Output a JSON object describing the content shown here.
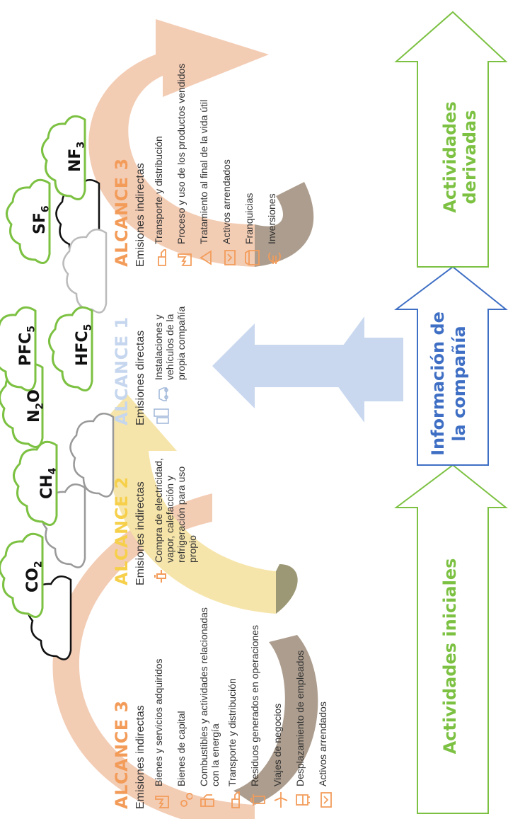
{
  "colors": {
    "scope3": "#f39c5a",
    "scope2": "#f6d04a",
    "scope1": "#c5d6ee",
    "green": "#7cc142",
    "blue": "#3f6fc4",
    "arrow_peach": "#f2c6ac",
    "arrow_tan": "#9d8c7a",
    "arrow_yellow": "#f5e4a6",
    "arrow_olive": "#9c9774",
    "arrow_blue": "#c9d8ef",
    "icon_orange": "#f39c5a"
  },
  "gases": [
    "CO2",
    "CH4",
    "N2O",
    "PFC5",
    "HFC5",
    "SF6",
    "NF3"
  ],
  "scope3_up": {
    "title": "ALCANCE 3",
    "subtitle": "Emisiones indirectas",
    "items": [
      {
        "label": "Bienes y servicios adquiridos",
        "icon": "factory-icon"
      },
      {
        "label": "Bienes de capital",
        "icon": "gears-icon"
      },
      {
        "label": "Combustibles y actividades relacionadas con la energía",
        "icon": "fuel-icon"
      },
      {
        "label": "Transporte y distribución",
        "icon": "truck-icon"
      },
      {
        "label": "Residuos generados en operaciones",
        "icon": "waste-icon"
      },
      {
        "label": "Viajes de negocios",
        "icon": "plane-icon"
      },
      {
        "label": "Desplazamiento de empleados",
        "icon": "commute-icon"
      },
      {
        "label": "Activos arrendados",
        "icon": "leased-asset-icon"
      }
    ]
  },
  "scope2": {
    "title": "ALCANCE 2",
    "subtitle": "Emisiones indirectas",
    "item": "Compra de electricidad, vapor, calefacción y refrigeración para uso propio",
    "icon": "plug-icon"
  },
  "scope1": {
    "title": "ALCANCE 1",
    "subtitle": "Emisiones directas",
    "item": "Instalaciones y vehículos de la propia compañía",
    "icons": [
      "buildings-icon",
      "car-icon"
    ]
  },
  "scope3_down": {
    "title": "ALCANCE 3",
    "subtitle": "Emisiones indirectas",
    "items": [
      {
        "label": "Transporte y distribución",
        "icon": "truck-icon"
      },
      {
        "label": "Proceso y uso de los productos vendidos",
        "icon": "factory-icon"
      },
      {
        "label": "Tratamiento al final de la vida útil",
        "icon": "recycle-icon"
      },
      {
        "label": "Activos arrendados",
        "icon": "leased-asset-icon"
      },
      {
        "label": "Franquicias",
        "icon": "store-icon"
      },
      {
        "label": "Inversiones",
        "icon": "euro-icon"
      }
    ]
  },
  "bands": {
    "upstream": "Actividades iniciales",
    "company": "Información de la compañía",
    "downstream": "Actividades derivadas"
  }
}
